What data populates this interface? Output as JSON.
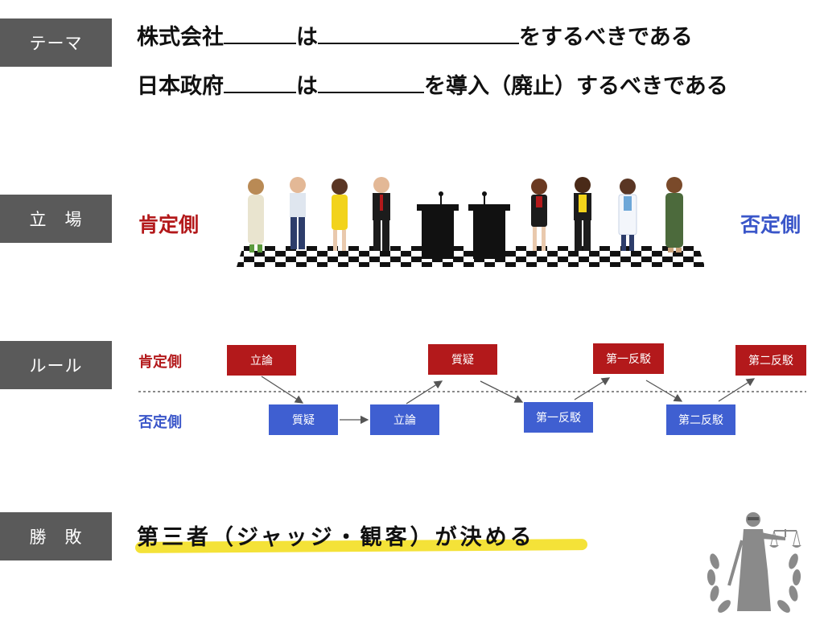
{
  "labels": {
    "theme": "テーマ",
    "stance": "立　場",
    "rules": "ルール",
    "outcome": "勝　敗"
  },
  "theme_lines": [
    {
      "before": "株式会社",
      "mid": "は",
      "after": "をするべきである"
    },
    {
      "before": "日本政府",
      "mid": "は",
      "after": "を導入（廃止）するべきである"
    }
  ],
  "stance": {
    "affirmative": "肯定側",
    "negative": "否定側"
  },
  "rules": {
    "affirmative": "肯定側",
    "negative": "否定側",
    "steps": [
      {
        "side": "aff",
        "label": "立論"
      },
      {
        "side": "neg",
        "label": "質疑"
      },
      {
        "side": "neg",
        "label": "立論"
      },
      {
        "side": "aff",
        "label": "質疑"
      },
      {
        "side": "neg",
        "label": "第一反駁"
      },
      {
        "side": "aff",
        "label": "第一反駁"
      },
      {
        "side": "neg",
        "label": "第二反駁"
      },
      {
        "side": "aff",
        "label": "第二反駁"
      }
    ]
  },
  "outcome": {
    "text": "第三者（ジャッジ・観客）が決める"
  },
  "colors": {
    "affirmative": "#b3191b",
    "negative": "#3f5fd1",
    "label_bg": "#5a5a5a",
    "highlight": "#f4e238"
  },
  "icons": {
    "judge": "lady-justice-icon"
  }
}
